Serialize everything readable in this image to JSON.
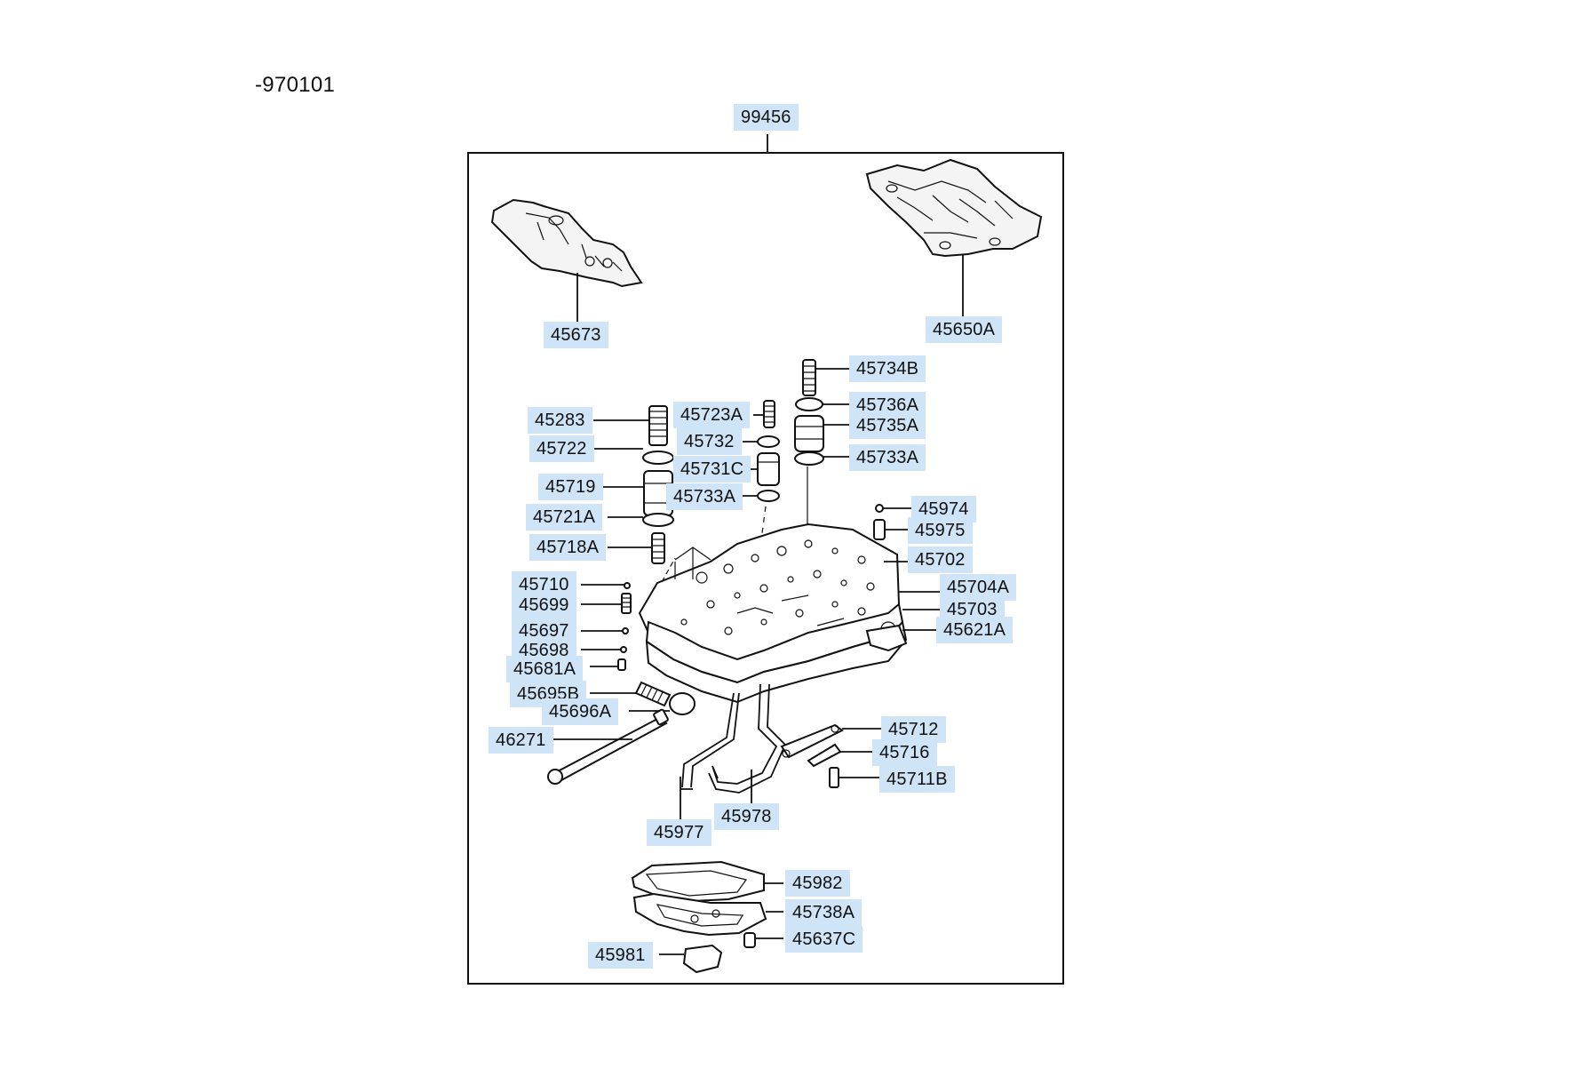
{
  "header_code": "-970101",
  "callouts": [
    {
      "id": "99456",
      "text": "99456"
    },
    {
      "id": "45673",
      "text": "45673"
    },
    {
      "id": "45650A",
      "text": "45650A"
    },
    {
      "id": "45734B",
      "text": "45734B"
    },
    {
      "id": "45736A",
      "text": "45736A"
    },
    {
      "id": "45735A",
      "text": "45735A"
    },
    {
      "id": "45733A-right",
      "text": "45733A"
    },
    {
      "id": "45283",
      "text": "45283"
    },
    {
      "id": "45722",
      "text": "45722"
    },
    {
      "id": "45719",
      "text": "45719"
    },
    {
      "id": "45721A",
      "text": "45721A"
    },
    {
      "id": "45718A",
      "text": "45718A"
    },
    {
      "id": "45723A",
      "text": "45723A"
    },
    {
      "id": "45732",
      "text": "45732"
    },
    {
      "id": "45731C",
      "text": "45731C"
    },
    {
      "id": "45733A-left",
      "text": "45733A"
    },
    {
      "id": "45974",
      "text": "45974"
    },
    {
      "id": "45975",
      "text": "45975"
    },
    {
      "id": "45702",
      "text": "45702"
    },
    {
      "id": "45704A",
      "text": "45704A"
    },
    {
      "id": "45703",
      "text": "45703"
    },
    {
      "id": "45621A",
      "text": "45621A"
    },
    {
      "id": "45710",
      "text": "45710"
    },
    {
      "id": "45699",
      "text": "45699"
    },
    {
      "id": "45697",
      "text": "45697"
    },
    {
      "id": "45698",
      "text": "45698"
    },
    {
      "id": "45681A",
      "text": "45681A"
    },
    {
      "id": "45695B",
      "text": "45695B"
    },
    {
      "id": "45696A",
      "text": "45696A"
    },
    {
      "id": "46271",
      "text": "46271"
    },
    {
      "id": "45712",
      "text": "45712"
    },
    {
      "id": "45716",
      "text": "45716"
    },
    {
      "id": "45711B",
      "text": "45711B"
    },
    {
      "id": "45977",
      "text": "45977"
    },
    {
      "id": "45978",
      "text": "45978"
    },
    {
      "id": "45982",
      "text": "45982"
    },
    {
      "id": "45738A",
      "text": "45738A"
    },
    {
      "id": "45637C",
      "text": "45637C"
    },
    {
      "id": "45981",
      "text": "45981"
    }
  ]
}
